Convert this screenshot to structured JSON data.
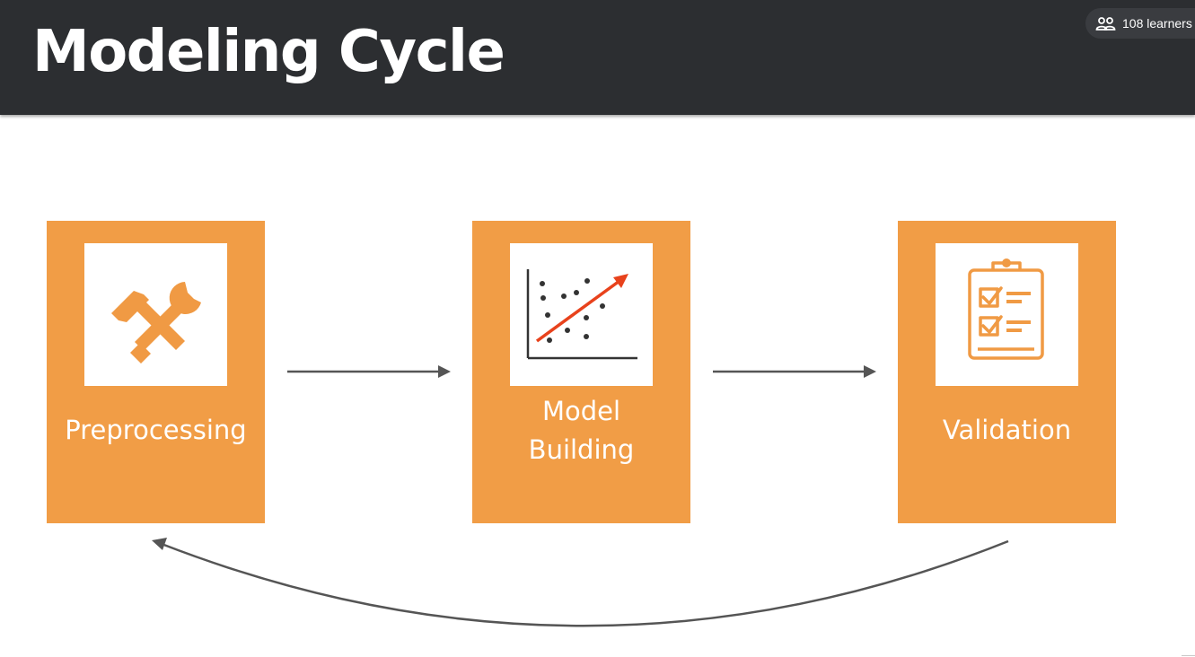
{
  "header": {
    "title": "Modeling Cycle"
  },
  "learners_badge": {
    "icon": "users-icon",
    "text": "108 learners"
  },
  "steps": [
    {
      "label": "Preprocessing",
      "icon": "tools-icon"
    },
    {
      "label_line1": "Model",
      "label_line2": "Building",
      "icon": "scatter-trend-icon"
    },
    {
      "label": "Validation",
      "icon": "clipboard-checklist-icon"
    }
  ],
  "colors": {
    "header_bg": "#2c2e31",
    "box_orange": "#f19d46",
    "icon_orange": "#f09a44",
    "trend_red": "#e8421c",
    "arrow_gray": "#555555",
    "text_white": "#ffffff"
  }
}
